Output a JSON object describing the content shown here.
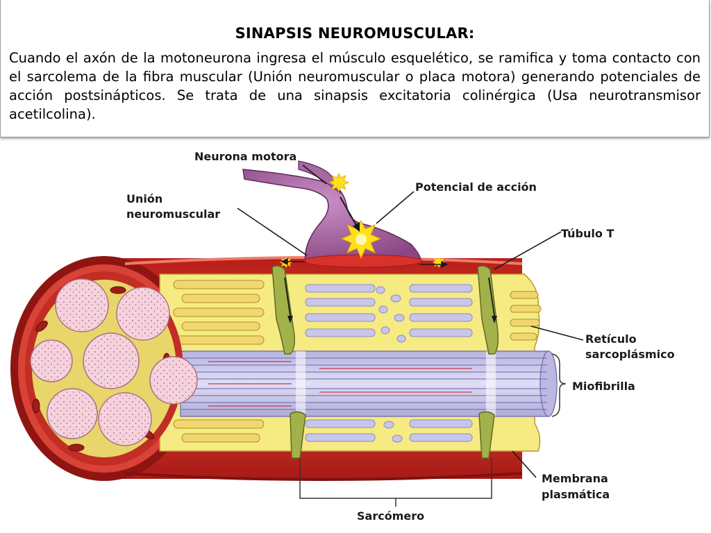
{
  "slide": {
    "title": "SINAPSIS  NEUROMUSCULAR:",
    "description": "Cuando el axón de la motoneurona ingresa el músculo esquelético, se ramifica y toma contacto con el sarcolema de la fibra muscular (Unión neuromuscular o placa motora) generando potenciales de acción postsinápticos. Se trata de una sinapsis excitatoria colinérgica (Usa neurotransmisor acetilcolina)."
  },
  "diagram": {
    "labels": {
      "motor_neuron": "Neurona motora",
      "action_potential": "Potencial de acción",
      "nmj_line1": "Unión",
      "nmj_line2": "neuromuscular",
      "t_tubule": "Túbulo T",
      "sr_line1": "Retículo",
      "sr_line2": "sarcoplásmico",
      "myofibril": "Miofibrilla",
      "membrane_line1": "Membrana",
      "membrane_line2": "plasmática",
      "sarcomere": "Sarcómero"
    },
    "colors": {
      "muscle_red": "#d8322a",
      "muscle_dark": "#9c1c18",
      "reticulum_yellow": "#f6ea83",
      "myofibril_lavender": "#c8c6ea",
      "neuron_purple": "#9a5a96",
      "tubule_green": "#a3b14a",
      "flash_yellow": "#ffe019"
    }
  }
}
